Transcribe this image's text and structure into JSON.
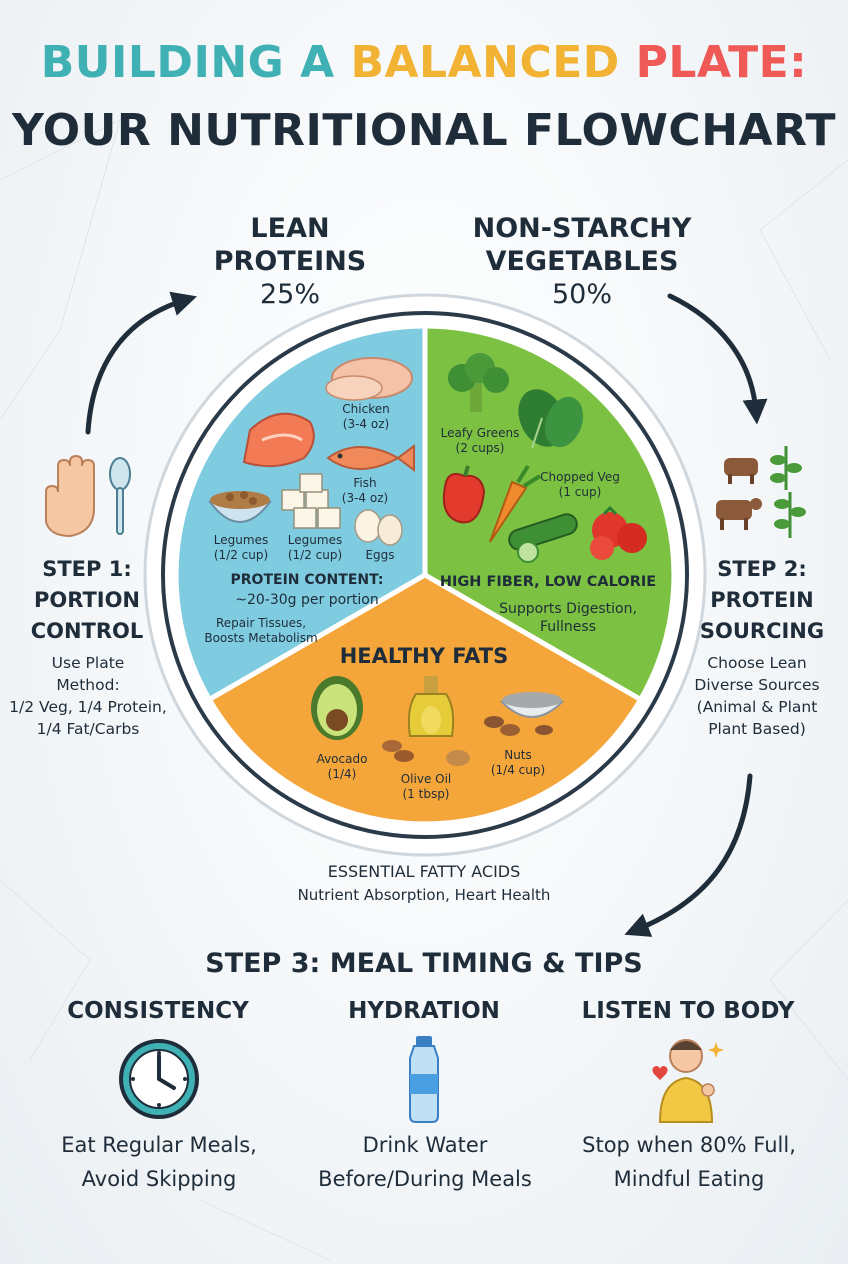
{
  "title": {
    "w1": "BUILDING A ",
    "w2": "BALANCED ",
    "w3": "PLATE:",
    "line2": "YOUR NUTRITIONAL FLOWCHART"
  },
  "colors": {
    "teal": "#3fb0b3",
    "yellow": "#f2b233",
    "red": "#ef5a57",
    "protein": "#7fcbe0",
    "veg": "#7cc142",
    "fats": "#f5a63a",
    "dark": "#1f2d3a"
  },
  "sections": {
    "proteins": {
      "name_l1": "LEAN",
      "name_l2": "PROTEINS",
      "pct": "25%"
    },
    "vegetables": {
      "name_l1": "NON-STARCHY",
      "name_l2": "VEGETABLES",
      "pct": "50%"
    }
  },
  "plate": {
    "protein": {
      "chicken_l1": "Chicken",
      "chicken_l2": "(3-4 oz)",
      "fish_l1": "Fish",
      "fish_l2": "(3-4 oz)",
      "legumes1_l1": "Legumes",
      "legumes1_l2": "(1/2 cup)",
      "legumes2_l1": "Legumes",
      "legumes2_l2": "(1/2 cup)",
      "eggs": "Eggs",
      "content_title": "PROTEIN CONTENT:",
      "content_value": "~20-30g per portion",
      "benefit_l1": "Repair Tissues,",
      "benefit_l2": "Boosts Metabolism"
    },
    "veg": {
      "greens_l1": "Leafy Greens",
      "greens_l2": "(2 cups)",
      "chopped_l1": "Chopped Veg",
      "chopped_l2": "(1 cup)",
      "headline": "HIGH FIBER, LOW CALORIE",
      "benefit_l1": "Supports Digestion,",
      "benefit_l2": "Fullness"
    },
    "fats": {
      "headline": "HEALTHY FATS",
      "avocado_l1": "Avocado",
      "avocado_l2": "(1/4)",
      "olive_l1": "Olive Oil",
      "olive_l2": "(1 tbsp)",
      "nuts_l1": "Nuts",
      "nuts_l2": "(1/4 cup)"
    }
  },
  "fatty_acids": {
    "title": "ESSENTIAL FATTY ACIDS",
    "subtitle": "Nutrient Absorption, Heart Health"
  },
  "step1": {
    "l1": "STEP 1:",
    "l2": "PORTION",
    "l3": "CONTROL",
    "d1": "Use Plate",
    "d2": "Method:",
    "d3": "1/2 Veg, 1/4 Protein,",
    "d4": "1/4 Fat/Carbs"
  },
  "step2": {
    "l1": "STEP 2:",
    "l2": "PROTEIN",
    "l3": "SOURCING",
    "d1": "Choose Lean",
    "d2": "Diverse Sources",
    "d3": "(Animal & Plant",
    "d4": "Plant Based)"
  },
  "step3": {
    "title": "STEP 3: MEAL TIMING & TIPS",
    "tips": [
      {
        "title": "CONSISTENCY",
        "icon": "clock-icon",
        "l1": "Eat Regular Meals,",
        "l2": "Avoid Skipping"
      },
      {
        "title": "HYDRATION",
        "icon": "water-bottle-icon",
        "l1": "Drink Water",
        "l2": "Before/During Meals"
      },
      {
        "title": "LISTEN TO BODY",
        "icon": "person-icon",
        "l1": "Stop when 80% Full,",
        "l2": "Mindful Eating"
      }
    ]
  }
}
